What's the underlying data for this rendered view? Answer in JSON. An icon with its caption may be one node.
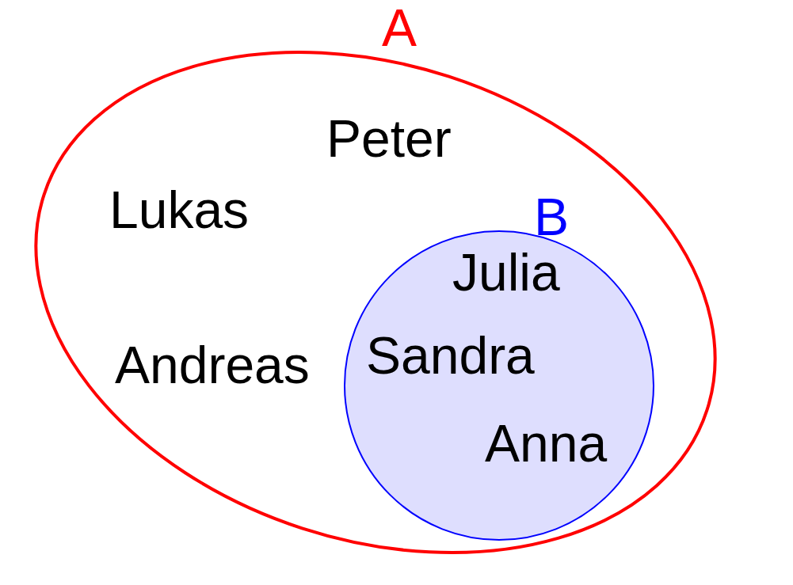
{
  "diagram": {
    "nodes": [
      {
        "text": [
          "A",
          "Peter",
          "Lukas",
          "Andreas"
        ]
      },
      {
        "text": [
          "B",
          "Julia",
          "Sandra",
          "Anna"
        ],
        "in": 0
      }
    ]
  }
}
